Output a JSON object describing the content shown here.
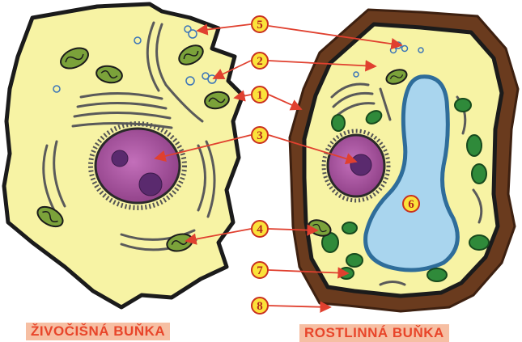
{
  "captions": {
    "animal_cell": "ŽIVOČIŠNÁ BUŇKA",
    "plant_cell": "ROSTLINNÁ BUŇKA"
  },
  "markers": [
    "5",
    "2",
    "1",
    "3",
    "4",
    "6",
    "7",
    "8"
  ],
  "colors": {
    "cytoplasm": "#f7f3a4",
    "nucleus": "#a9539f",
    "vacuole": "#a9d5ee",
    "cell_wall": "#6a3b1e",
    "chloroplast": "#2f8a3a",
    "arrow": "#e0402f",
    "marker_fill": "#fbe23a",
    "caption_bg": "#f6bfa3",
    "caption_text": "#e8452a"
  }
}
